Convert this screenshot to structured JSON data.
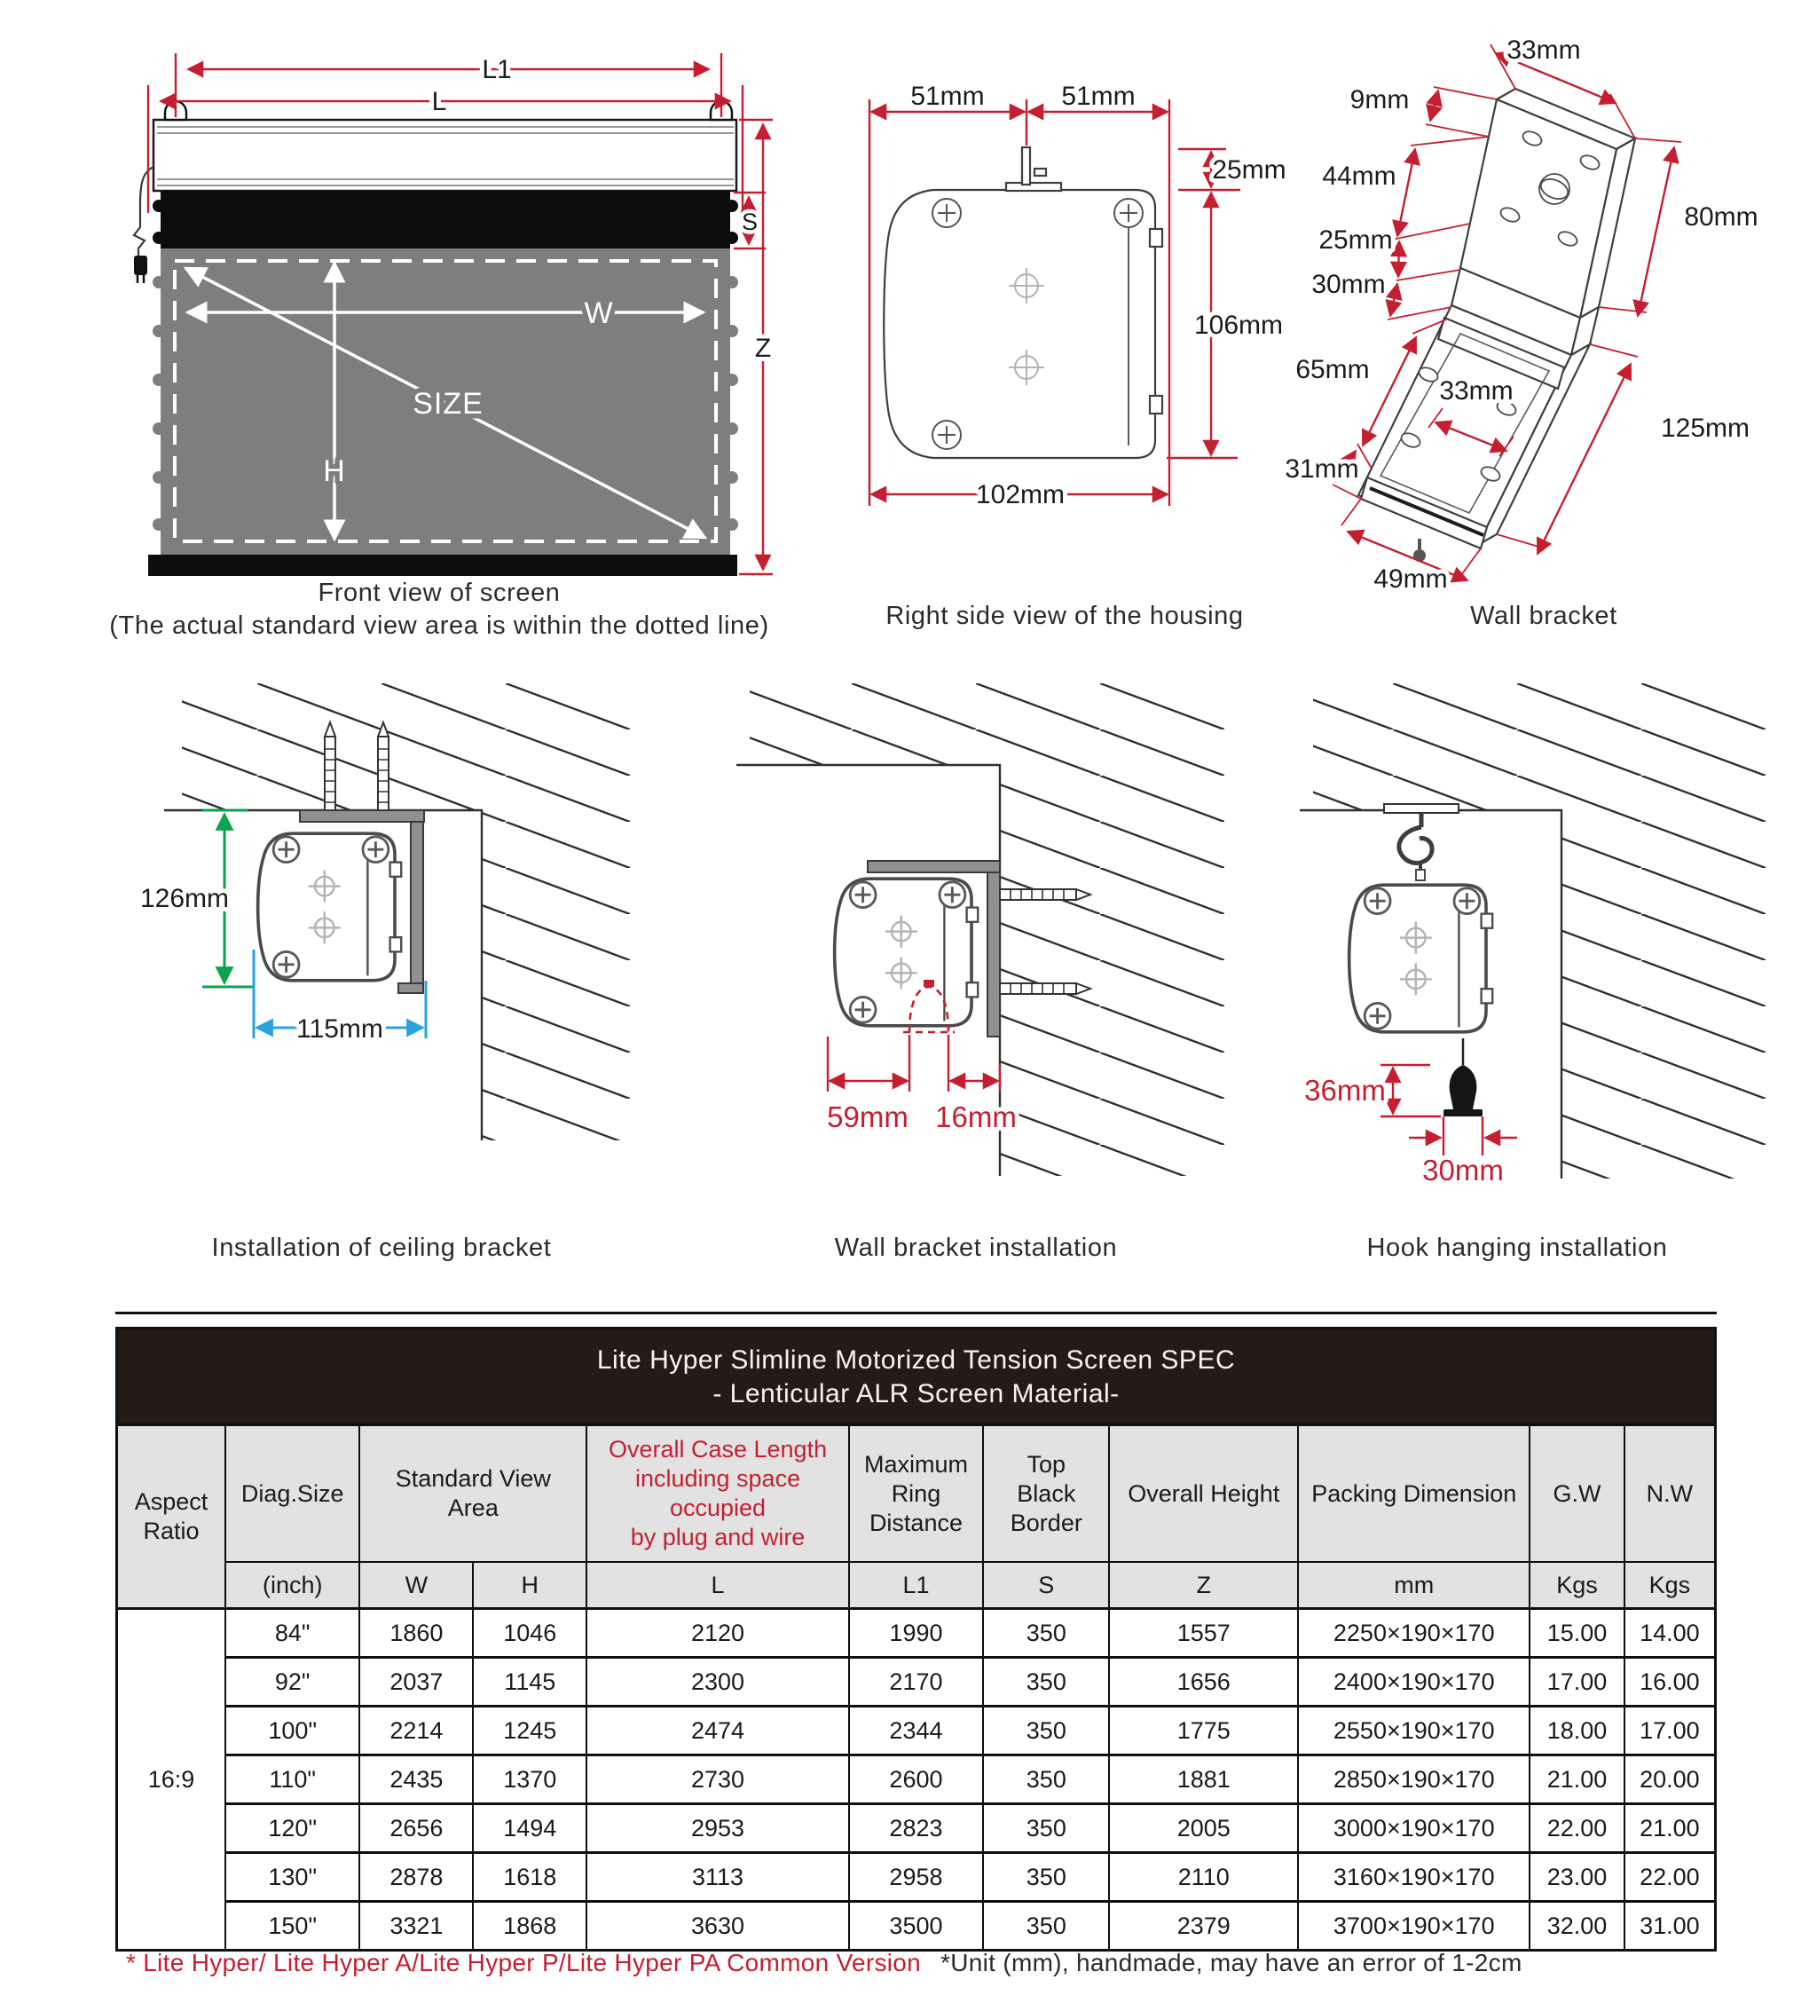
{
  "colors": {
    "dim_red": "#c41f30",
    "dim_green": "#0da24e",
    "dim_blue": "#2aa3dc",
    "screen_gray": "#7e7e7e",
    "table_title_bg": "#241b16",
    "table_header_bg": "#e2e2e2",
    "accent_red_text": "#c41f30"
  },
  "front_view": {
    "caption_line1": "Front view of screen",
    "caption_line2": "(The actual standard view area is within the dotted line)",
    "labels": {
      "l1": "L1",
      "l": "L",
      "s": "S",
      "z": "Z",
      "w": "W",
      "h": "H",
      "size": "SIZE"
    }
  },
  "side_view": {
    "caption": "Right side view of the housing",
    "dims": {
      "left51": "51mm",
      "right51": "51mm",
      "top25": "25mm",
      "h106": "106mm",
      "w102": "102mm"
    }
  },
  "wall_bracket": {
    "caption": "Wall bracket",
    "dims": {
      "top33": "33mm",
      "d9": "9mm",
      "d44": "44mm",
      "d25": "25mm",
      "d30": "30mm",
      "d65": "65mm",
      "mid33": "33mm",
      "d31": "31mm",
      "d49": "49mm",
      "d80": "80mm",
      "d125": "125mm"
    }
  },
  "ceiling_install": {
    "caption": "Installation of ceiling bracket",
    "dims": {
      "h126": "126mm",
      "w115": "115mm"
    }
  },
  "wall_install": {
    "caption": "Wall bracket installation",
    "dims": {
      "d59": "59mm",
      "d16": "16mm"
    }
  },
  "hook_install": {
    "caption": "Hook hanging installation",
    "dims": {
      "d36": "36mm",
      "d30": "30mm"
    }
  },
  "table": {
    "title_line1": "Lite Hyper Slimline Motorized Tension Screen SPEC",
    "title_line2": "- Lenticular ALR Screen Material-",
    "headers": {
      "aspect_ratio": "Aspect\nRatio",
      "diag_size": "Diag.Size",
      "standard_view_area": "Standard View\nArea",
      "overall_case_length": "Overall Case Length\nincluding space occupied\nby plug and wire",
      "maximum_ring_distance": "Maximum\nRing\nDistance",
      "top_black_border": "Top\nBlack\nBorder",
      "overall_height": "Overall Height",
      "packing_dimension": "Packing Dimension",
      "gw": "G.W",
      "nw": "N.W"
    },
    "subheaders": [
      "(inch)",
      "W",
      "H",
      "L",
      "L1",
      "S",
      "Z",
      "mm",
      "Kgs",
      "Kgs"
    ],
    "aspect_ratio_value": "16:9",
    "rows": [
      {
        "cells": [
          "84\"",
          "1860",
          "1046",
          "2120",
          "1990",
          "350",
          "1557",
          "2250×190×170",
          "15.00",
          "14.00"
        ]
      },
      {
        "cells": [
          "92\"",
          "2037",
          "1145",
          "2300",
          "2170",
          "350",
          "1656",
          "2400×190×170",
          "17.00",
          "16.00"
        ]
      },
      {
        "cells": [
          "100\"",
          "2214",
          "1245",
          "2474",
          "2344",
          "350",
          "1775",
          "2550×190×170",
          "18.00",
          "17.00"
        ]
      },
      {
        "cells": [
          "110\"",
          "2435",
          "1370",
          "2730",
          "2600",
          "350",
          "1881",
          "2850×190×170",
          "21.00",
          "20.00"
        ]
      },
      {
        "cells": [
          "120\"",
          "2656",
          "1494",
          "2953",
          "2823",
          "350",
          "2005",
          "3000×190×170",
          "22.00",
          "21.00"
        ]
      },
      {
        "cells": [
          "130\"",
          "2878",
          "1618",
          "3113",
          "2958",
          "350",
          "2110",
          "3160×190×170",
          "23.00",
          "22.00"
        ]
      },
      {
        "cells": [
          "150\"",
          "3321",
          "1868",
          "3630",
          "3500",
          "350",
          "2379",
          "3700×190×170",
          "32.00",
          "31.00"
        ]
      }
    ]
  },
  "footer": {
    "note_red": "* Lite Hyper/ Lite Hyper A/Lite Hyper P/Lite Hyper PA Common Version",
    "note_black": "*Unit (mm), handmade, may have an error of 1-2cm"
  }
}
